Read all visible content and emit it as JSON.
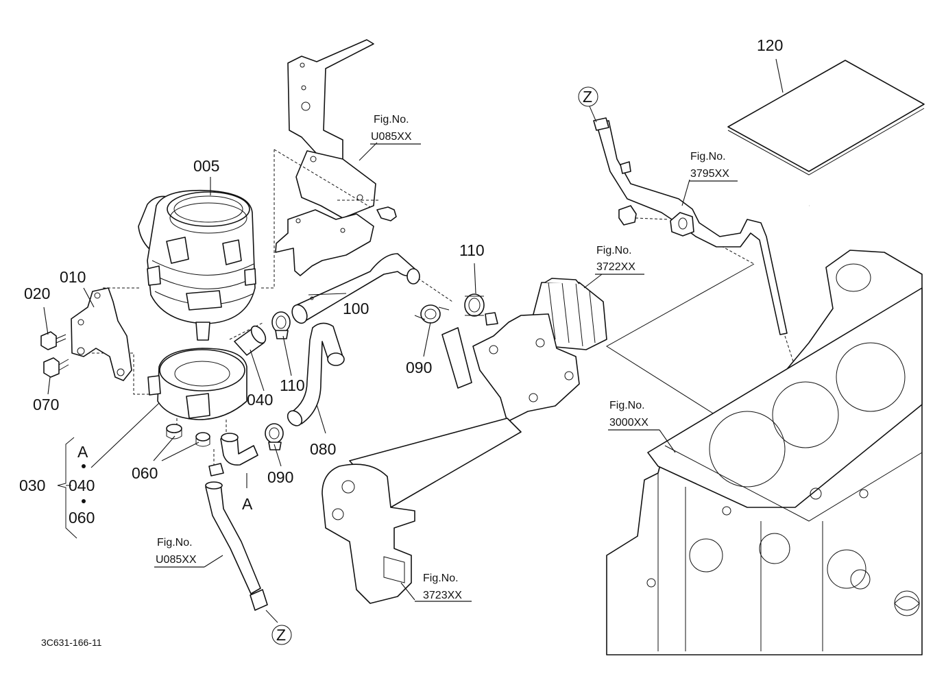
{
  "drawing_code": "3C631-166-11",
  "parts": {
    "p005": "005",
    "p010": "010",
    "p020": "020",
    "p030": "030",
    "p040": "040",
    "p040b": "040",
    "p060": "060",
    "p060b": "060",
    "p070": "070",
    "p080": "080",
    "p090a": "090",
    "p090b": "090",
    "p100": "100",
    "p110a": "110",
    "p110b": "110",
    "p120": "120"
  },
  "markers": {
    "a1": "A",
    "a2": "A",
    "z1": "Z",
    "z2": "Z"
  },
  "fig_refs": {
    "label": "Fig.No.",
    "u085_top": "U085XX",
    "u085_bottom": "U085XX",
    "f3795": "3795XX",
    "f3722": "3722XX",
    "f3000": "3000XX",
    "f3723": "3723XX"
  }
}
